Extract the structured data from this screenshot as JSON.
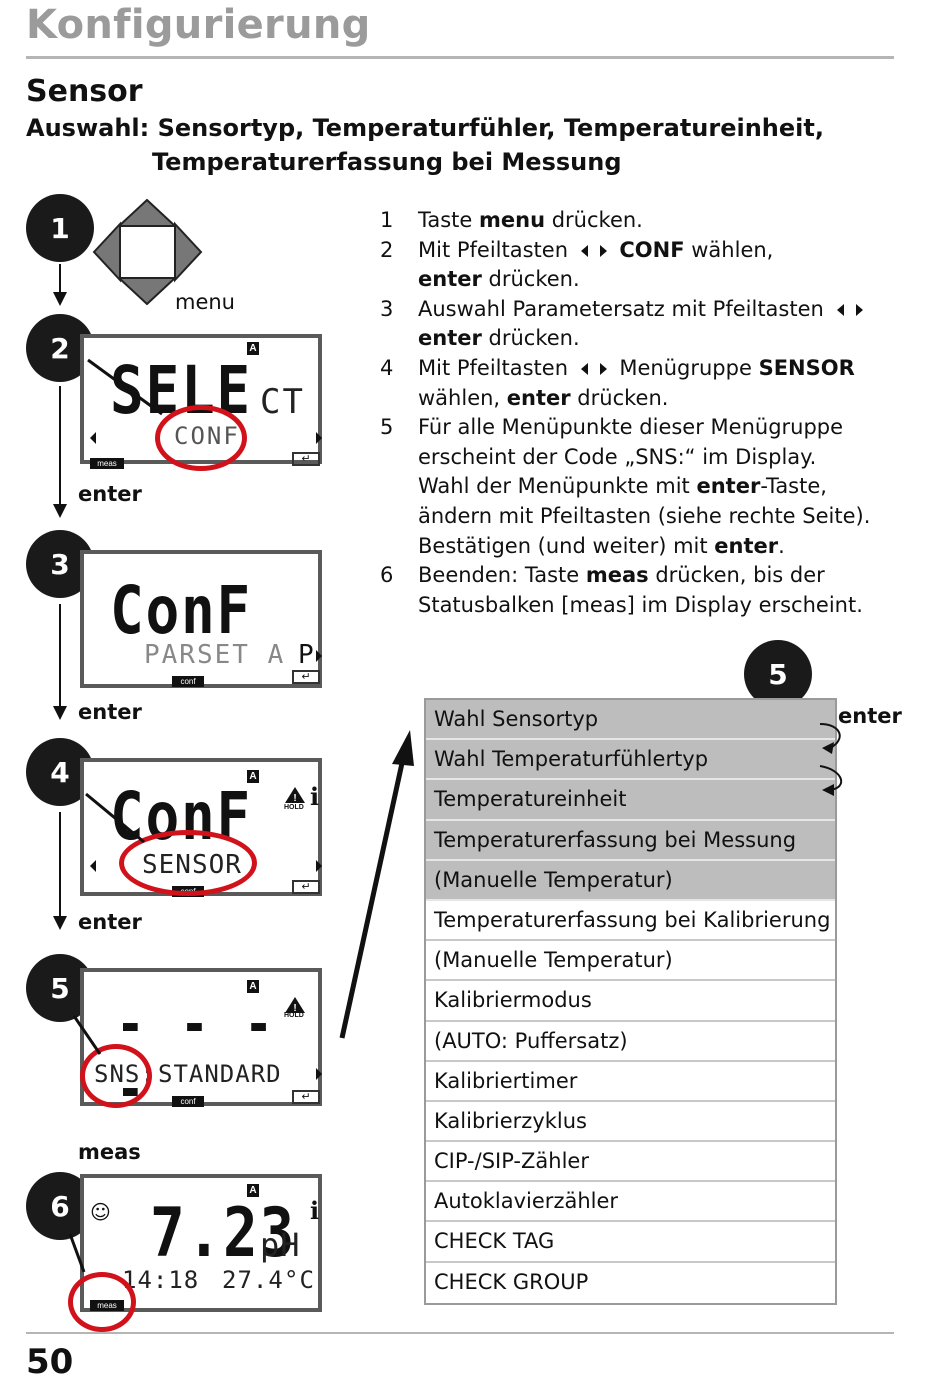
{
  "header": {
    "section_title": "Konfigurierung",
    "heading": "Sensor",
    "subheading_line1": "Auswahl: Sensortyp, Temperaturfühler, Temperatureinheit,",
    "subheading_line2": "Temperaturerfassung bei Messung"
  },
  "steps": {
    "s1": "1",
    "s2": "2",
    "s3": "3",
    "s4": "4",
    "s5": "5",
    "s6": "6"
  },
  "keys": {
    "menu": "menu",
    "enter1": "enter",
    "enter2": "enter",
    "enter3": "enter",
    "meas": "meas"
  },
  "displays": {
    "d2": {
      "badge": "A",
      "big": "SELE",
      "small_big": "CT",
      "sub": "CONF",
      "status": "meas",
      "enter": "↵"
    },
    "d3": {
      "big": "ConF",
      "sub": "PARSET A",
      "right": "P",
      "status": "conf",
      "enter": "↵"
    },
    "d4": {
      "badge": "A",
      "big": "ConF",
      "sub": "SENSOR",
      "status": "conf",
      "hold": "HOLD",
      "info": "i",
      "enter": "↵"
    },
    "d5": {
      "badge": "A",
      "big": "- - - -",
      "left": "SNS:",
      "sub": "STANDARD",
      "status": "conf",
      "hold": "HOLD",
      "enter": "↵"
    },
    "d6": {
      "badge": "A",
      "big": "7.23",
      "unit": "pH",
      "info": "i",
      "left_small": "14:18",
      "temp": "27.4",
      "temp_unit": "°C",
      "status": "meas",
      "smiley": "☺"
    }
  },
  "instructions": [
    {
      "num": "1",
      "parts": [
        "Taste ",
        {
          "b": "menu"
        },
        " drücken."
      ]
    },
    {
      "num": "2",
      "parts": [
        "Mit Pfeiltasten ",
        {
          "icon": "lr"
        },
        " ",
        {
          "b": "CONF"
        },
        " wählen,"
      ]
    },
    {
      "num": "",
      "parts": [
        {
          "b": "enter"
        },
        " drücken."
      ]
    },
    {
      "num": "3",
      "parts": [
        "Auswahl Parametersatz mit Pfeiltasten ",
        {
          "icon": "lr"
        }
      ]
    },
    {
      "num": "",
      "parts": [
        {
          "b": "enter"
        },
        " drücken."
      ]
    },
    {
      "num": "4",
      "parts": [
        "Mit Pfeiltasten ",
        {
          "icon": "lr"
        },
        " Menügruppe ",
        {
          "b": "SENSOR"
        }
      ]
    },
    {
      "num": "",
      "parts": [
        "wählen, ",
        {
          "b": "enter"
        },
        " drücken."
      ]
    },
    {
      "num": "5",
      "parts": [
        "Für alle Menüpunkte dieser Menügruppe"
      ]
    },
    {
      "num": "",
      "parts": [
        "erscheint der Code „SNS:“ im Display."
      ]
    },
    {
      "num": "",
      "parts": [
        "Wahl der Menüpunkte mit ",
        {
          "b": "enter"
        },
        "-Taste,"
      ]
    },
    {
      "num": "",
      "parts": [
        "ändern mit Pfeiltasten (siehe rechte Seite)."
      ]
    },
    {
      "num": "",
      "parts": [
        "Bestätigen (und weiter) mit ",
        {
          "b": "enter"
        },
        "."
      ]
    },
    {
      "num": "6",
      "parts": [
        "Beenden: Taste ",
        {
          "b": "meas"
        },
        " drücken, bis der"
      ]
    },
    {
      "num": "",
      "parts": [
        "Statusbalken [meas] im Display erscheint."
      ]
    }
  ],
  "menu_table": {
    "step_marker": "5",
    "enter_label": "enter",
    "rows": [
      {
        "label": "Wahl Sensortyp",
        "highlight": true
      },
      {
        "label": "Wahl Temperaturfühlertyp",
        "highlight": true
      },
      {
        "label": "Temperatureinheit",
        "highlight": true
      },
      {
        "label": "Temperaturerfassung bei Messung",
        "highlight": true
      },
      {
        "label": "(Manuelle Temperatur)",
        "highlight": true
      },
      {
        "label": "Temperaturerfassung bei Kalibrierung",
        "highlight": false
      },
      {
        "label": "(Manuelle Temperatur)",
        "highlight": false
      },
      {
        "label": "Kalibriermodus",
        "highlight": false
      },
      {
        "label": "(AUTO: Puffersatz)",
        "highlight": false
      },
      {
        "label": "Kalibriertimer",
        "highlight": false
      },
      {
        "label": "Kalibrierzyklus",
        "highlight": false
      },
      {
        "label": "CIP-/SIP-Zähler",
        "highlight": false
      },
      {
        "label": "Autoklavierzähler",
        "highlight": false
      },
      {
        "label": "CHECK TAG",
        "highlight": false
      },
      {
        "label": "CHECK GROUP",
        "highlight": false
      }
    ]
  },
  "footer": {
    "page_number": "50"
  },
  "colors": {
    "title_gray": "#9b9b9b",
    "highlight_gray": "#bdbdbd",
    "ring_red": "#d1121b"
  }
}
